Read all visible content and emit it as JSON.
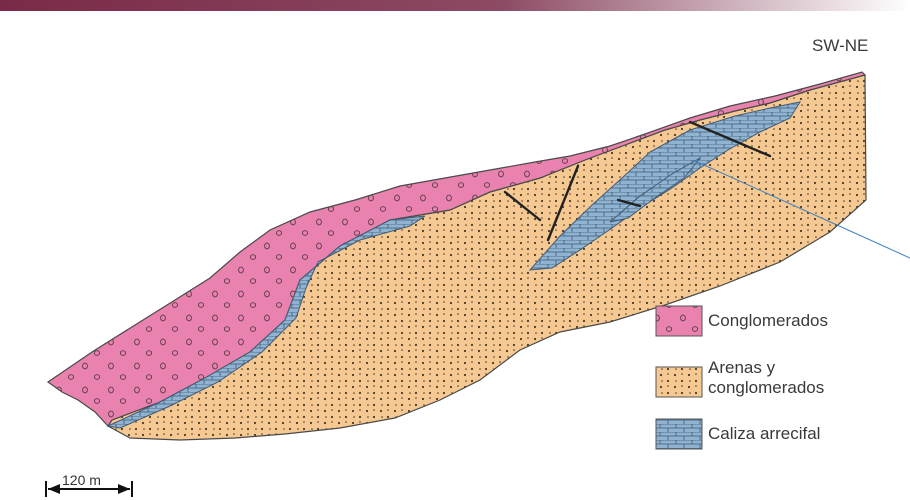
{
  "section": {
    "orientation": "SW-NE",
    "scale_label": "120 m"
  },
  "legend": {
    "items": [
      {
        "id": "conglomerados",
        "label": "Conglomerados",
        "color": "#e982ae",
        "pattern": "pebbles"
      },
      {
        "id": "arenas",
        "label": "Arenas y\nconglomerados",
        "color": "#f6c992",
        "pattern": "sand-dots"
      },
      {
        "id": "caliza",
        "label": "Caliza arrecifal",
        "color": "#8fb3d1",
        "pattern": "bricks"
      }
    ]
  },
  "colors": {
    "header_bar": "#7a2a48",
    "outline": "#4a4a4a",
    "fault": "#222222",
    "pointer_line": "#3f7fc0"
  }
}
